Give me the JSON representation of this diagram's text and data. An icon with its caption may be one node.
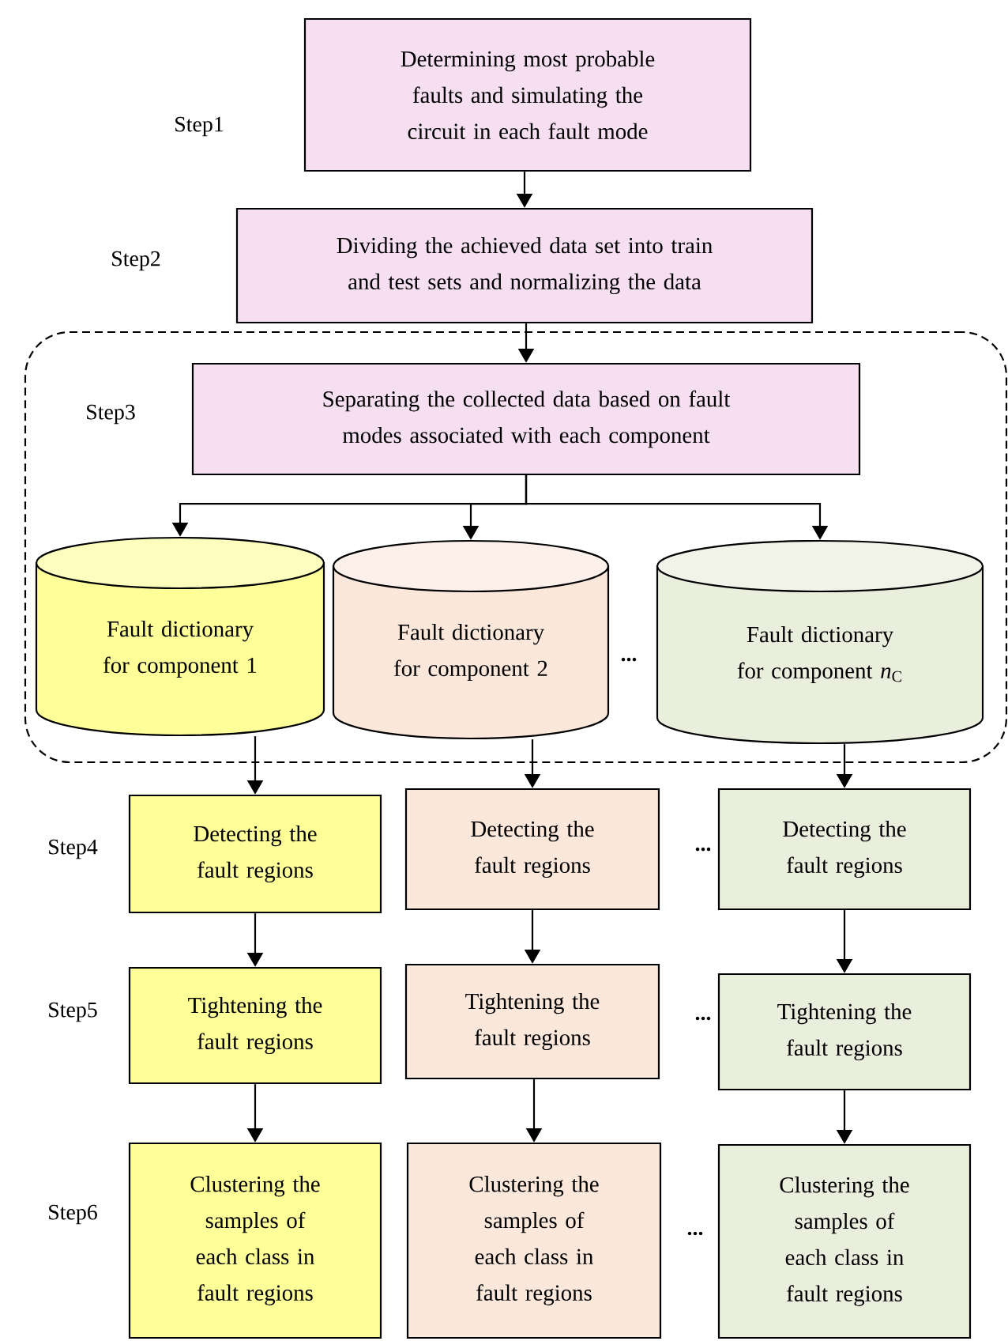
{
  "diagram": {
    "nodes": [
      {
        "text": [
          "Determining most probable faults and simulating the circuit in each fault mode"
        ],
        "beside": [
          "Step1"
        ]
      },
      {
        "text": [
          "Dividing the achieved data set into train and test sets and normalizing the data"
        ],
        "beside": [
          "Step2"
        ]
      },
      {
        "text": [
          "Step3"
        ]
      },
      {
        "text": [
          "Separating the collected data based on fault modes associated with each component"
        ],
        "in": 2
      },
      {
        "text": [
          "Fault dictionary for component 1"
        ],
        "in": 2
      },
      {
        "text": [
          "Fault dictionary for component 2"
        ],
        "in": 2
      },
      {
        "text": [
          "Fault dictionary for component *n*$_{C}$"
        ],
        "in": 2
      },
      {
        "text": [
          "Detecting the fault regions"
        ],
        "beside": [
          "Step4"
        ]
      },
      {
        "text": [
          "Detecting the fault regions"
        ]
      },
      {
        "text": [
          "Detecting the fault regions"
        ]
      },
      {
        "text": [
          "Tightening the fault regions"
        ],
        "beside": [
          "Step5"
        ]
      },
      {
        "text": [
          "Tightening the fault regions"
        ]
      },
      {
        "text": [
          "Tightening the fault regions"
        ]
      },
      {
        "text": [
          "Clustering the samples of each class in fault regions"
        ],
        "beside": [
          "Step6"
        ]
      },
      {
        "text": [
          "Clustering the samples of each class in fault regions"
        ]
      },
      {
        "text": [
          "Clustering the samples of each class in fault regions"
        ]
      }
    ],
    "edges": [
      {
        "from": 0,
        "to": 1,
        "arrow": "to"
      },
      {
        "from": 1,
        "to": 3,
        "arrow": "to"
      },
      {
        "from": 3,
        "to": 4,
        "arrow": "to"
      },
      {
        "from": 3,
        "to": 5,
        "arrow": "to"
      },
      {
        "from": 3,
        "to": 6,
        "arrow": "to"
      },
      {
        "from": 4,
        "to": 7,
        "arrow": "to"
      },
      {
        "from": 5,
        "to": 8,
        "arrow": "to"
      },
      {
        "from": 6,
        "to": 9,
        "arrow": "to"
      },
      {
        "from": 7,
        "to": 10,
        "arrow": "to"
      },
      {
        "from": 8,
        "to": 11,
        "arrow": "to"
      },
      {
        "from": 9,
        "to": 12,
        "arrow": "to"
      },
      {
        "from": 10,
        "to": 13,
        "arrow": "to"
      },
      {
        "from": 11,
        "to": 14,
        "arrow": "to"
      },
      {
        "from": 12,
        "to": 15,
        "arrow": "to"
      }
    ],
    "labels": [
      "...",
      "...",
      "...",
      "..."
    ]
  }
}
